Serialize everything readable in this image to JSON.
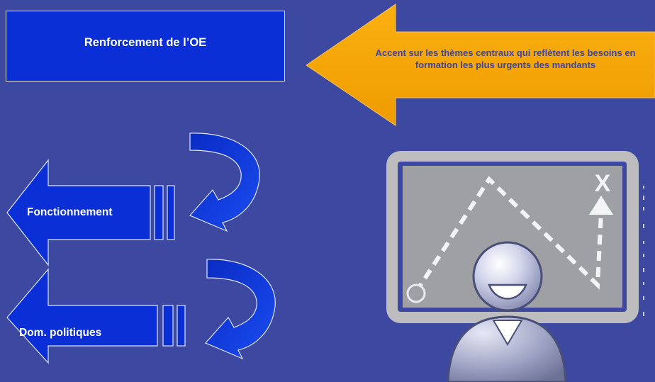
{
  "box": {
    "title": "Renforcement de l’OE"
  },
  "focus_arrow": {
    "text": "Accent sur les thèmes centraux qui reflètent les besoins en formation les plus urgents des mandants"
  },
  "arrows": [
    {
      "label": "Fonctionnement"
    },
    {
      "label": "Dom. politiques"
    }
  ],
  "board": {
    "mark": "X"
  },
  "colors": {
    "background": "#3d48a0",
    "box_fill": "#0b2fd6",
    "arrow_fill": "#0b2fd6",
    "orange": "#f5a300",
    "board_frame": "#b8b8ba",
    "board_screen": "#9fa0a4"
  },
  "icons": [
    "presenter-icon",
    "curved-arrow-icon"
  ]
}
